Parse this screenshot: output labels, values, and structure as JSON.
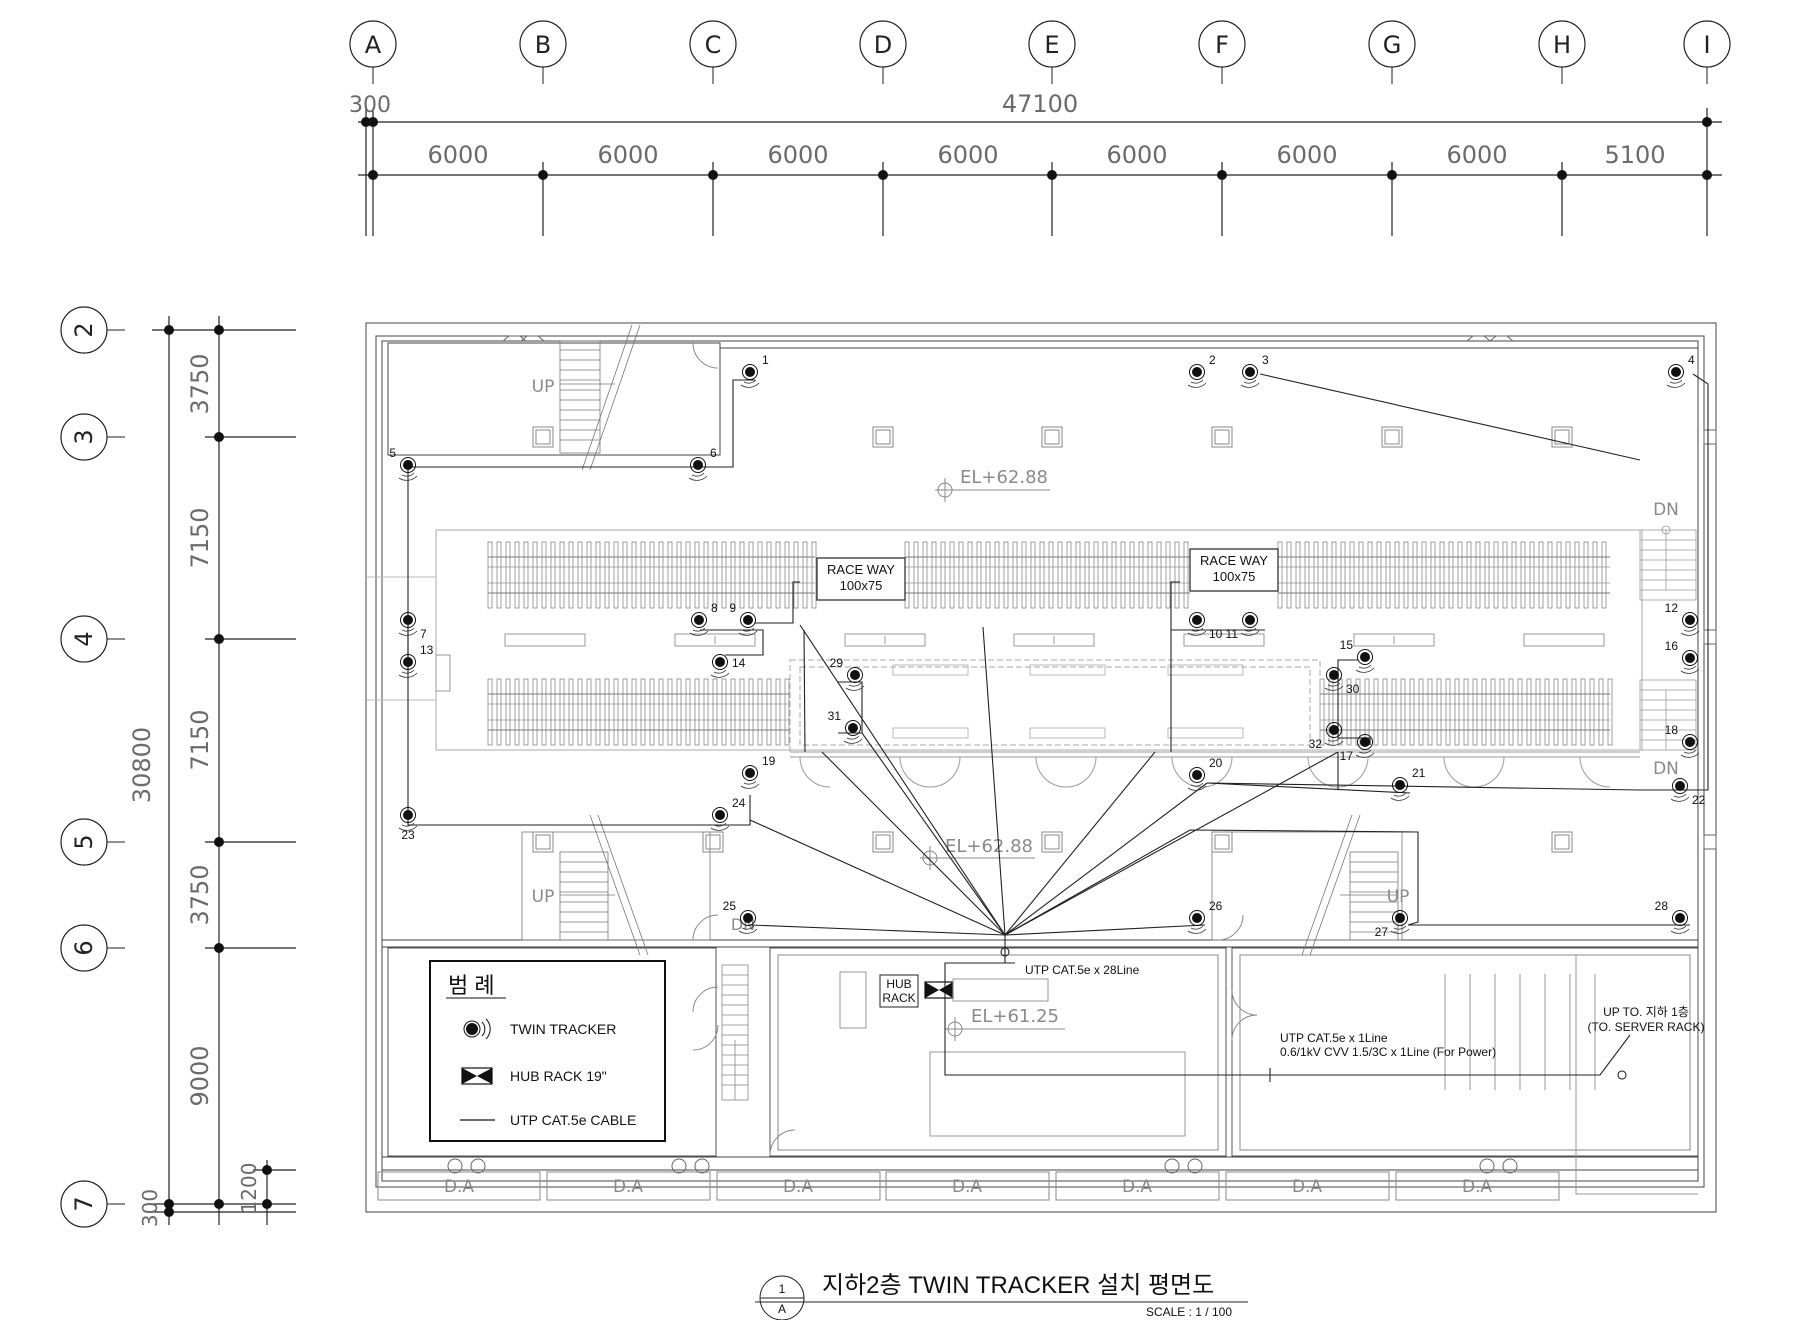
{
  "grid_columns": [
    "A",
    "B",
    "C",
    "D",
    "E",
    "F",
    "G",
    "H",
    "I"
  ],
  "grid_rows": [
    "2",
    "3",
    "4",
    "5",
    "6",
    "7"
  ],
  "dimensions": {
    "top_offset": "300",
    "top_total": "47100",
    "top_bays": [
      "6000",
      "6000",
      "6000",
      "6000",
      "6000",
      "6000",
      "6000",
      "5100"
    ],
    "left_total": "30800",
    "left_bays": [
      "3750",
      "7150",
      "7150",
      "3750",
      "9000"
    ],
    "left_small": [
      "300",
      "1200"
    ]
  },
  "labels": {
    "up": "UP",
    "dn": "DN",
    "el_upper": "EL+62.88",
    "el_middle": "EL+62.88",
    "el_lower": "EL+61.25",
    "raceway_line1": "RACE WAY",
    "raceway_line2": "100x75",
    "hub_rack_line1": "HUB",
    "hub_rack_line2": "RACK",
    "cable_main": "UTP  CAT.5e x 28Line",
    "cable_up_line1": "UTP  CAT.5e x 1Line",
    "cable_up_line2": "0.6/1kV CVV 1.5/3C x 1Line (For Power)",
    "server_line1": "UP TO. 지하 1층",
    "server_line2": "(TO. SERVER RACK)",
    "da": "D.A"
  },
  "legend": {
    "title": "범 례",
    "items": [
      "TWIN TRACKER",
      "HUB RACK 19\"",
      "UTP  CAT.5e CABLE"
    ]
  },
  "trackers": [
    "1",
    "2",
    "3",
    "4",
    "5",
    "6",
    "7",
    "8",
    "9",
    "10",
    "11",
    "12",
    "13",
    "14",
    "15",
    "16",
    "17",
    "18",
    "19",
    "20",
    "21",
    "22",
    "23",
    "24",
    "25",
    "26",
    "27",
    "28",
    "29",
    "30",
    "31",
    "32"
  ],
  "drawing_title": "지하2층 TWIN TRACKER 설치 평면도",
  "scale": "SCALE : 1 / 100",
  "title_mark": {
    "top": "1",
    "bottom": "A"
  }
}
